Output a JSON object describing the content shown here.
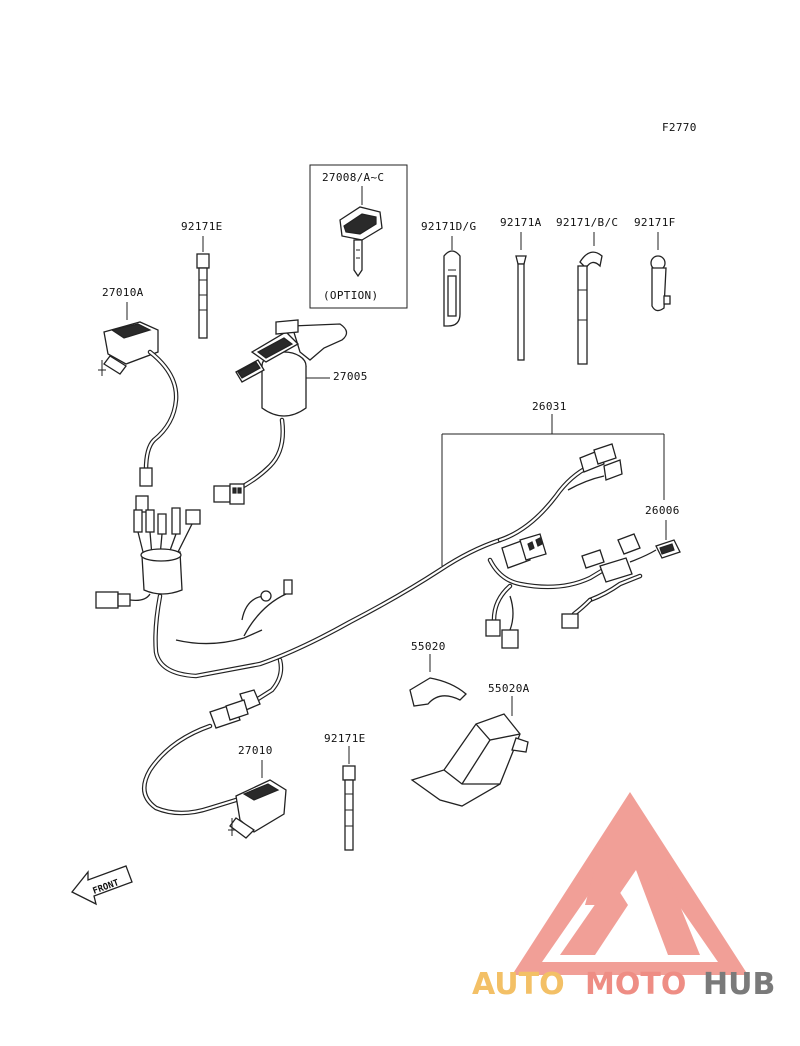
{
  "figure_code": "F2770",
  "labels": {
    "l27008": "27008/A~C",
    "option": "(OPTION)",
    "l92171E_top": "92171E",
    "l92171DG": "92171D/G",
    "l92171A": "92171A",
    "l92171BC": "92171/B/C",
    "l92171F": "92171F",
    "l27010A": "27010A",
    "l27005": "27005",
    "l26031": "26031",
    "l26006": "26006",
    "l55020": "55020",
    "l55020A": "55020A",
    "l27010": "27010",
    "l92171E_bot": "92171E"
  },
  "front_label": "FRONT",
  "watermark": {
    "part1": "AUTO",
    "part2": "MOTO",
    "part3": "HUB",
    "color_amber": "#f3c066",
    "color_red": "#ee8d84",
    "color_grey": "#7a7a7a"
  },
  "icons": [
    "key-icon",
    "front-arrow-icon",
    "logo-triangle-icon"
  ]
}
